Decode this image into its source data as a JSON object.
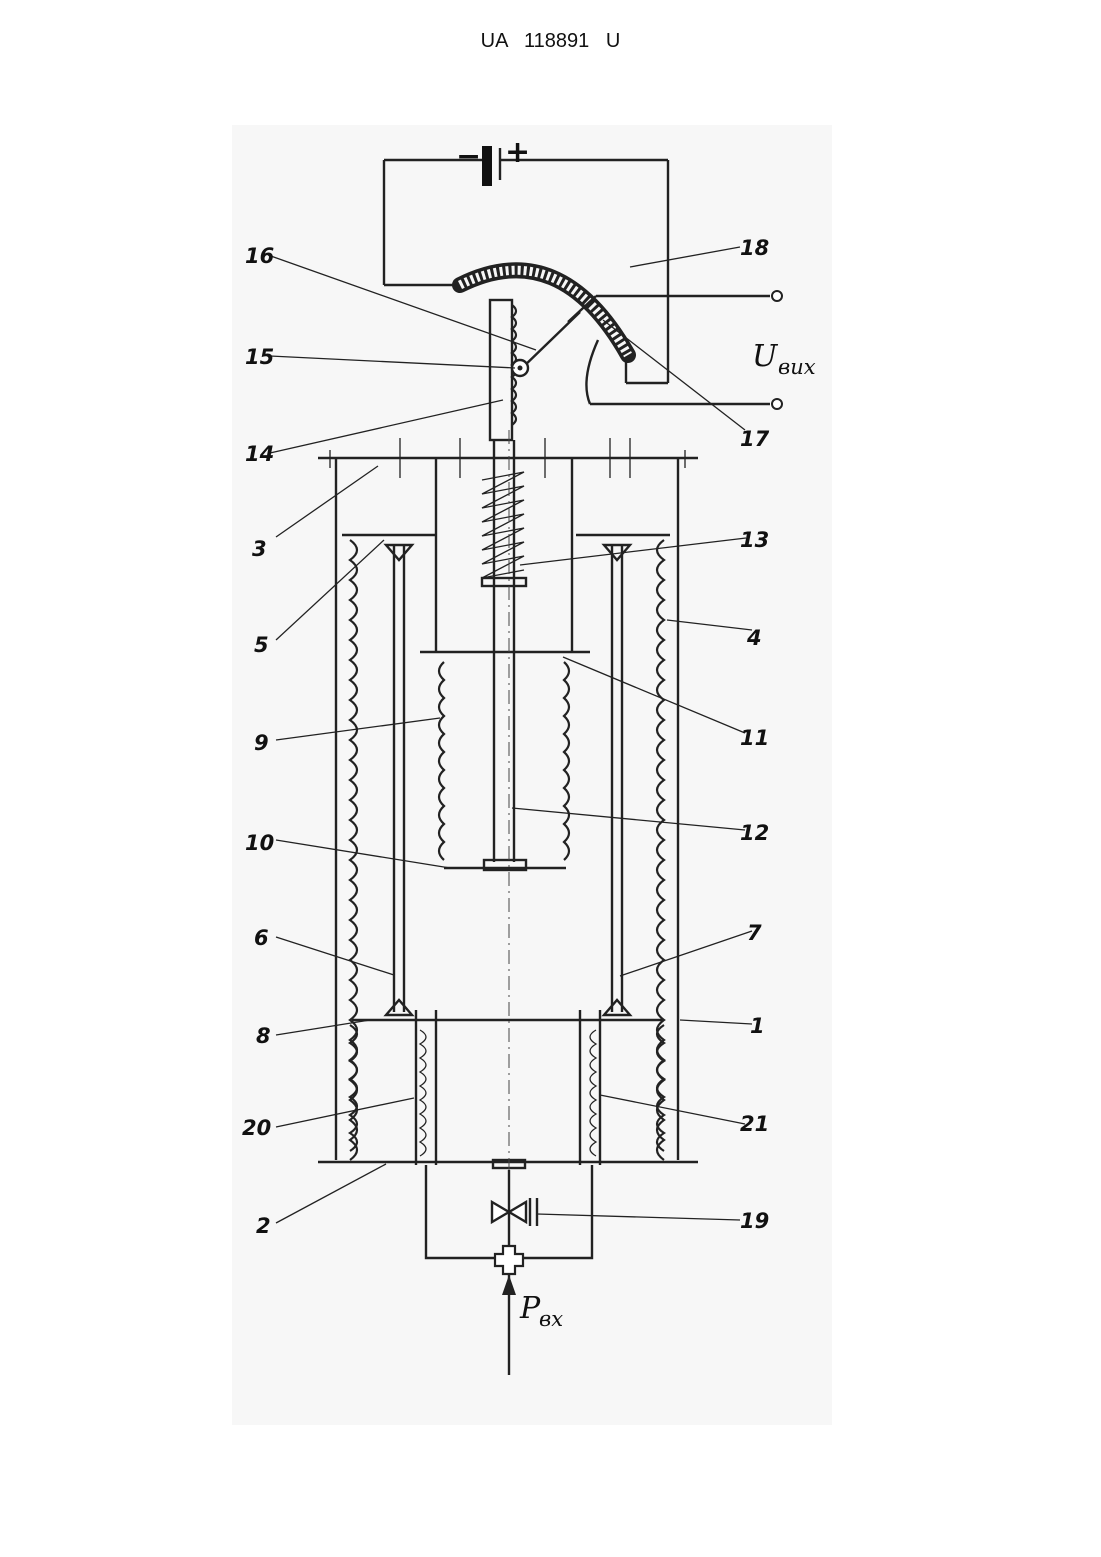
{
  "header": {
    "patent_number": "UA   118891   U"
  },
  "figure": {
    "terminals": {
      "battery_minus": "−",
      "battery_plus": "+",
      "output_voltage_main": "U",
      "output_voltage_sub": "вих",
      "input_pressure_main": "P",
      "input_pressure_sub": "вх"
    },
    "callouts": [
      "1",
      "2",
      "3",
      "4",
      "5",
      "6",
      "7",
      "8",
      "9",
      "10",
      "11",
      "12",
      "13",
      "14",
      "15",
      "16",
      "17",
      "18",
      "19",
      "20",
      "21"
    ]
  },
  "colors": {
    "ink": "#222222",
    "background": "#ffffff",
    "paper_tint": "#f6f6f6"
  }
}
